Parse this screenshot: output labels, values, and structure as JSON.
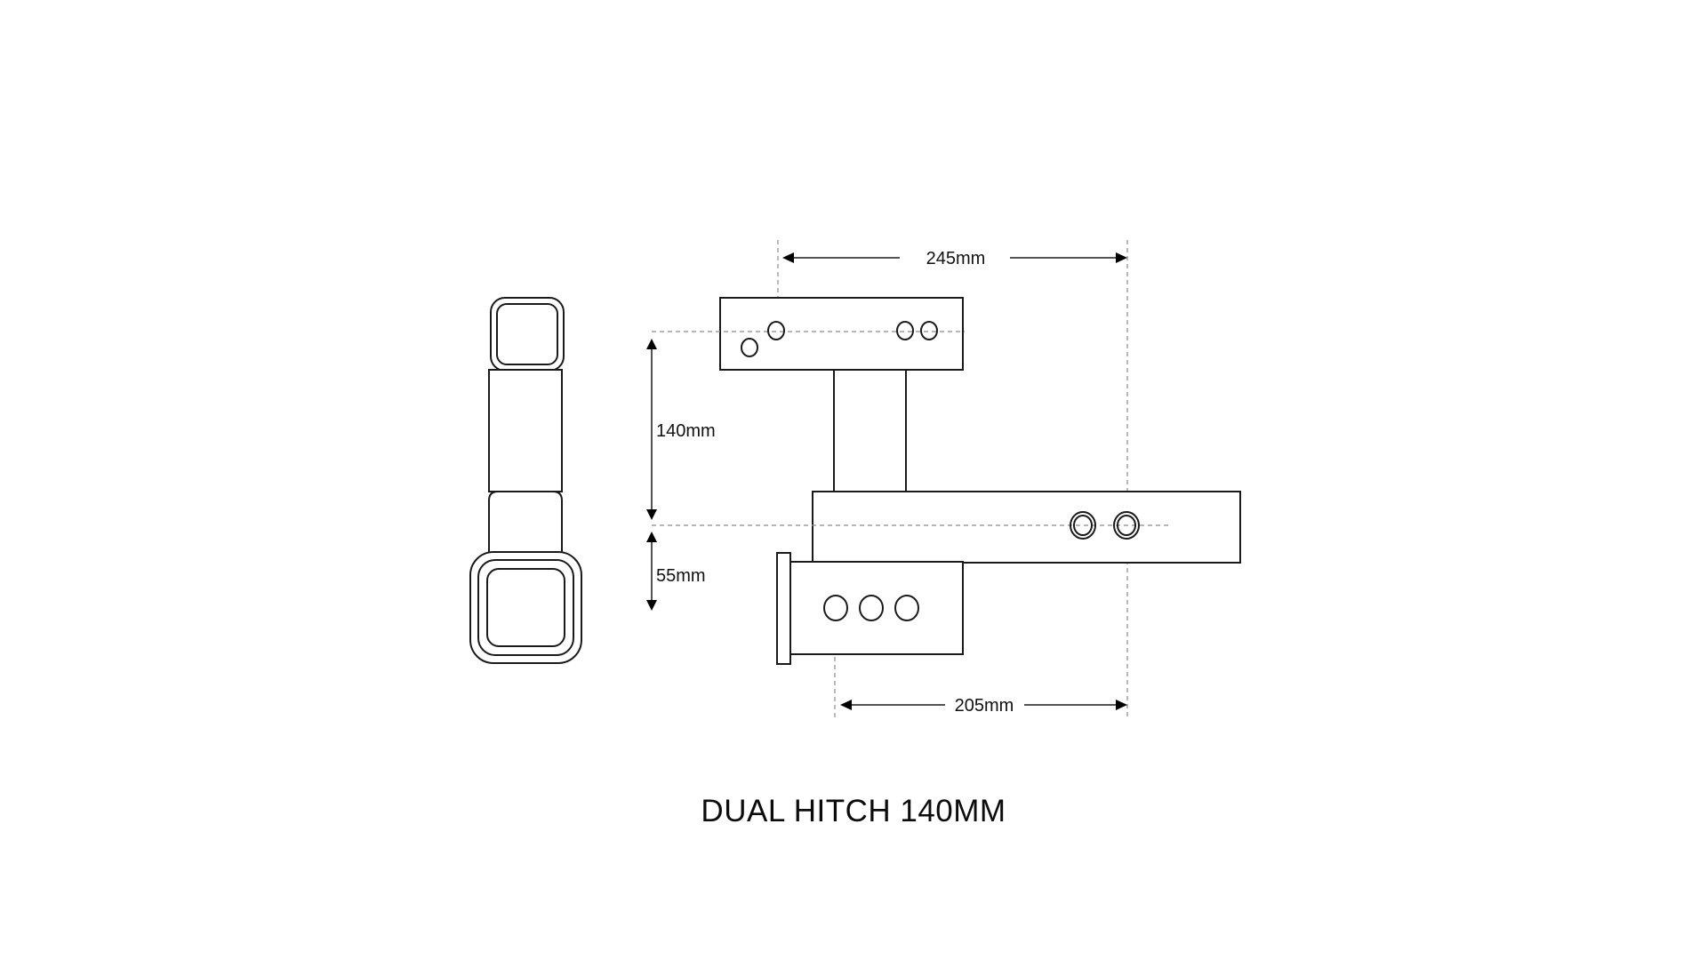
{
  "title": "DUAL HITCH 140MM",
  "dimensions": {
    "top_width": "245mm",
    "rise": "140mm",
    "drop": "55mm",
    "bottom_width": "205mm"
  },
  "views": {
    "end_view": "end-view-of-hitch",
    "side_view": "side-view-of-hitch"
  },
  "colors": {
    "line": "#1a1a1a",
    "dash": "#8a8a8a",
    "background": "#ffffff"
  }
}
